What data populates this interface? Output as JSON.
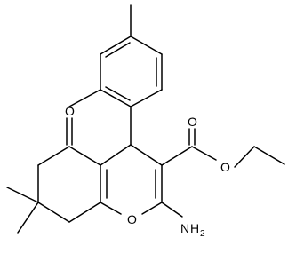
{
  "molecule": {
    "atom_labels": {
      "carbonyl_oxygen": "O",
      "ester_oxygen": "O",
      "ester_ether_oxygen": "O",
      "ring_oxygen": "O",
      "amine_N": "N",
      "amine_H": "H",
      "amine_subscript": "2"
    },
    "colors": {
      "bond": "#000000",
      "text": "#000000",
      "background": "#ffffff"
    }
  }
}
